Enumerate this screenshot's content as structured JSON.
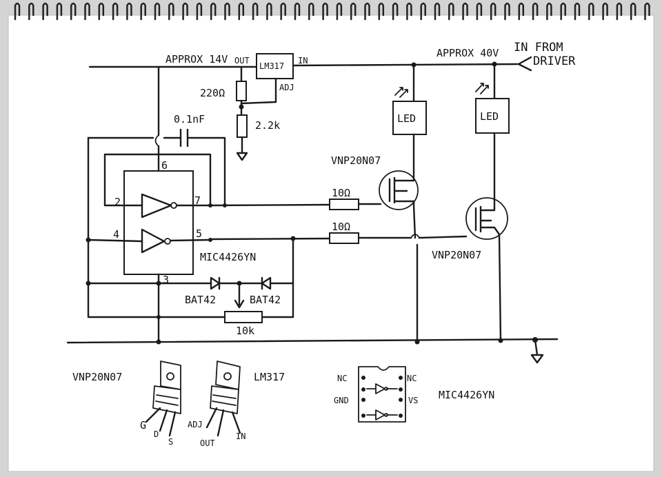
{
  "labels": {
    "approx_14v": "APPROX 14V",
    "approx_40v": "APPROX 40V",
    "in_from_driver_1": "IN FROM",
    "in_from_driver_2": "DRIVER",
    "lm317": "LM317",
    "lm317_out": "OUT",
    "lm317_in": "IN",
    "lm317_adj": "ADJ",
    "r220": "220Ω",
    "r2k2": "2.2k",
    "cap": "0.1nF",
    "mosfet_top": "VNP20N07",
    "mosfet_bottom": "VNP20N07",
    "r10_top": "10Ω",
    "r10_bottom": "10Ω",
    "led1": "LED",
    "led2": "LED",
    "ic": "MIC4426YN",
    "pin2": "2",
    "pin3": "3",
    "pin4": "4",
    "pin5": "5",
    "pin6": "6",
    "pin7": "7",
    "bat1": "BAT42",
    "bat2": "BAT42",
    "pot": "10k"
  },
  "legend": {
    "mosfet_title": "VNP20N07",
    "mosfet_g": "G",
    "mosfet_d": "D",
    "mosfet_s": "S",
    "lm317_title": "LM317",
    "lm317_adj": "ADJ",
    "lm317_out": "OUT",
    "lm317_in": "IN",
    "ic_title": "MIC4426YN",
    "ic_nc_left": "NC",
    "ic_nc_right": "NC",
    "ic_gnd": "GND",
    "ic_vs": "VS"
  }
}
